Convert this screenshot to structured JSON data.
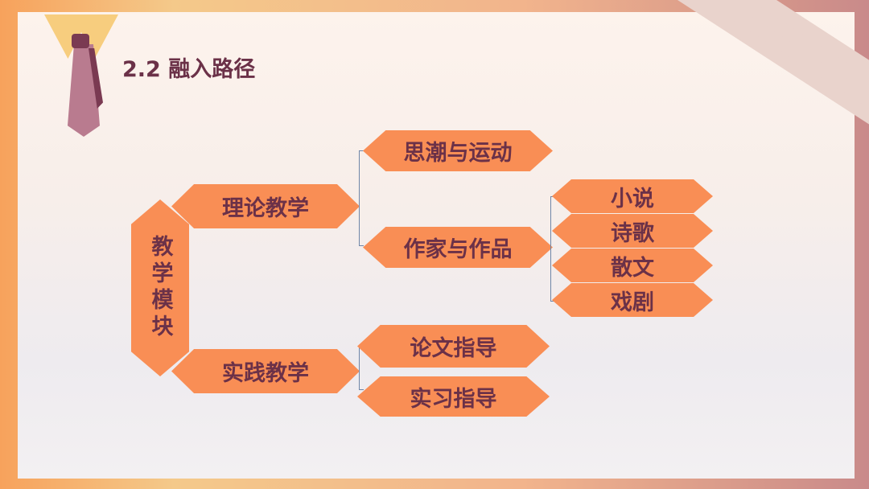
{
  "title": "2.2  融入路径",
  "root": "教学模块",
  "level1": [
    "理论教学",
    "实践教学"
  ],
  "theory_children": [
    "思潮与运动",
    "作家与作品"
  ],
  "practice_children": [
    "论文指导",
    "实习指导"
  ],
  "works_children": [
    "小说",
    "诗歌",
    "散文",
    "戏剧"
  ],
  "colors": {
    "box": "#f98e55",
    "text": "#6b3148"
  }
}
